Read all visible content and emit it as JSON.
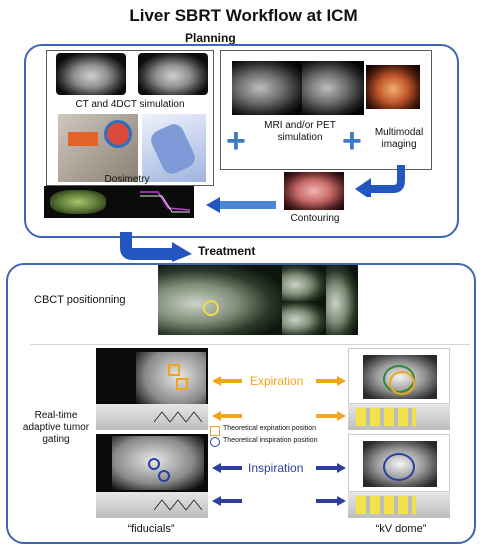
{
  "title": "Liver SBRT Workflow at ICM",
  "planning": {
    "heading": "Planning",
    "ct_label": "CT and 4DCT simulation",
    "mri_label": "MRI and/or PET simulation",
    "multimodal_label": "Multimodal imaging",
    "contouring_label": "Contouring",
    "dosimetry_label": "Dosimetry"
  },
  "treatment": {
    "heading": "Treatment",
    "cbct_label": "CBCT positionning",
    "gating_label": "Real-time adaptive tumor gating",
    "expiration_label": "Expiration",
    "inspiration_label": "Inspiration",
    "legend_expiration": "Theoretical expiration position",
    "legend_inspiration": "Theoretical inspiration position",
    "fiducials_caption": "“fiducials”",
    "kvdome_caption": "“kV dome”"
  },
  "colors": {
    "panel_border": "#3f66b4",
    "arrow_blue": "#2456c2",
    "plus_blue": "#3d79c7",
    "expiration_orange": "#f0a51e",
    "inspiration_navy": "#2c3f9c"
  }
}
